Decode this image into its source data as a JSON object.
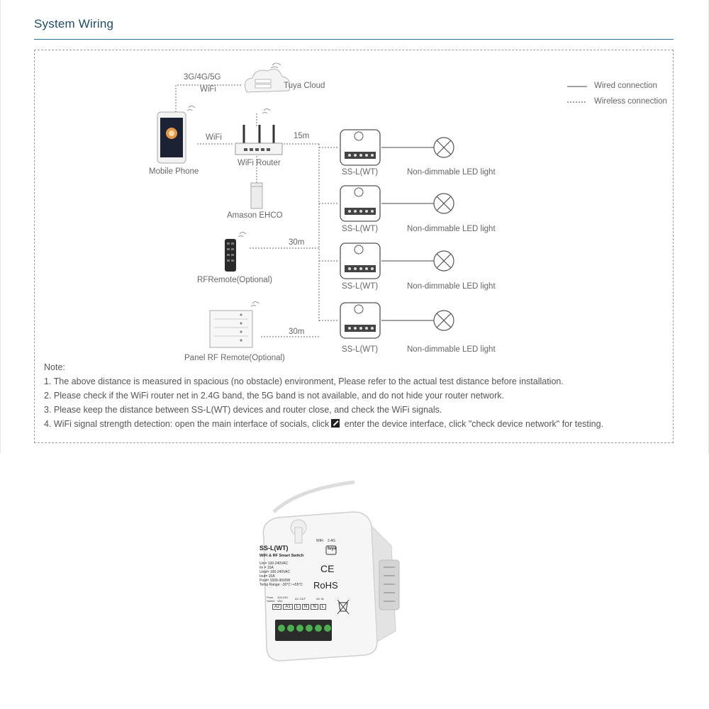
{
  "page": {
    "title": "System Wiring"
  },
  "cloud": {
    "network_label": "3G/4G/5G",
    "wifi_label": "WiFi",
    "label": "Tuya Cloud"
  },
  "phone": {
    "label": "Mobile Phone",
    "link_label": "WiFi"
  },
  "router": {
    "label": "WiFi Router",
    "distance": "15m"
  },
  "echo": {
    "label": "Amason EHCO"
  },
  "rf_remote": {
    "label": "RFRemote(Optional)",
    "distance": "30m"
  },
  "panel_remote": {
    "label": "Panel RF Remote(Optional)",
    "distance": "30m"
  },
  "legend": {
    "wired": "Wired connection",
    "wireless": "Wireless connection"
  },
  "devices": [
    {
      "label": "SS-L(WT)",
      "light": "Non-dimmable LED light"
    },
    {
      "label": "SS-L(WT)",
      "light": "Non-dimmable LED light"
    },
    {
      "label": "SS-L(WT)",
      "light": "Non-dimmable LED light"
    },
    {
      "label": "SS-L(WT)",
      "light": "Non-dimmable LED light"
    }
  ],
  "notes": {
    "heading": "Note:",
    "items": [
      "1. The above distance is measured in spacious (no obstacle) environment, Please refer to the actual test distance before installation.",
      "2. Please check if the WiFi router net in 2.4G band, the 5G band is not available, and do not hide your router network.",
      "3. Please keep the distance between SS-L(WT) devices and router close, and check the WiFi signals."
    ],
    "item4_before": "4. WiFi signal strength detection: open the main interface of socials, click",
    "item4_after": " enter the device interface, click \"check device network\" for testing."
  },
  "product": {
    "model": "SS-L(WT)",
    "subtitle": "WiFi & RF Smart Switch",
    "specs": [
      "Uin= 100-240VAC",
      "Iin = 15A",
      "Uout= 100-240VAC",
      "Iout= 15A",
      "Pout= 1500-3600W",
      "Temp Range: -30°C~+55°C"
    ],
    "wifi_label": "WiFi",
    "band_label": "2.4G",
    "brand": "tuya",
    "ce": "CE",
    "rohs": "RoHS",
    "push_label": "Push",
    "switch_label": "Switch",
    "volt_label": "100-240",
    "vac_label": "VAC",
    "ac_out": "AC OUT",
    "ac_in": "AC IN",
    "terminals": [
      "A2",
      "A1",
      "L",
      "N",
      "N",
      "L"
    ]
  }
}
